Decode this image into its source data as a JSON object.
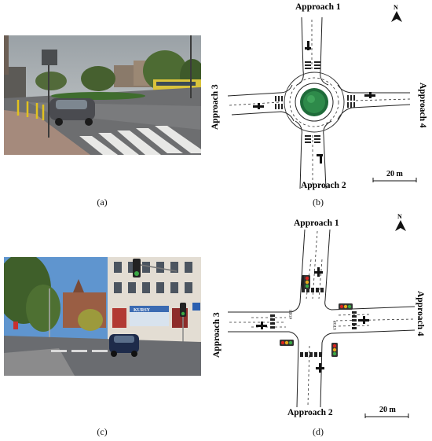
{
  "captions": {
    "a": "(a)",
    "b": "(b)",
    "c": "(c)",
    "d": "(d)"
  },
  "roundabout": {
    "approach_1": "Approach 1",
    "approach_2": "Approach 2",
    "approach_3": "Approach 3",
    "approach_4": "Approach 4",
    "scale": "20 m",
    "north": "N"
  },
  "intersection": {
    "approach_1": "Approach 1",
    "approach_2": "Approach 2",
    "approach_3": "Approach 3",
    "approach_4": "Approach 4",
    "scale": "20 m",
    "north": "N",
    "stop_west": "STOP",
    "stop_east": "STOP"
  },
  "photo_c": {
    "sign_text": "KURSY"
  },
  "colors": {
    "island_green": "#1f6b3a",
    "signal_red": "#d8231c",
    "signal_amber": "#e8a91a",
    "signal_green": "#3aa845",
    "sky_a": "#b6bcc0",
    "sky_c": "#5f95cf"
  }
}
